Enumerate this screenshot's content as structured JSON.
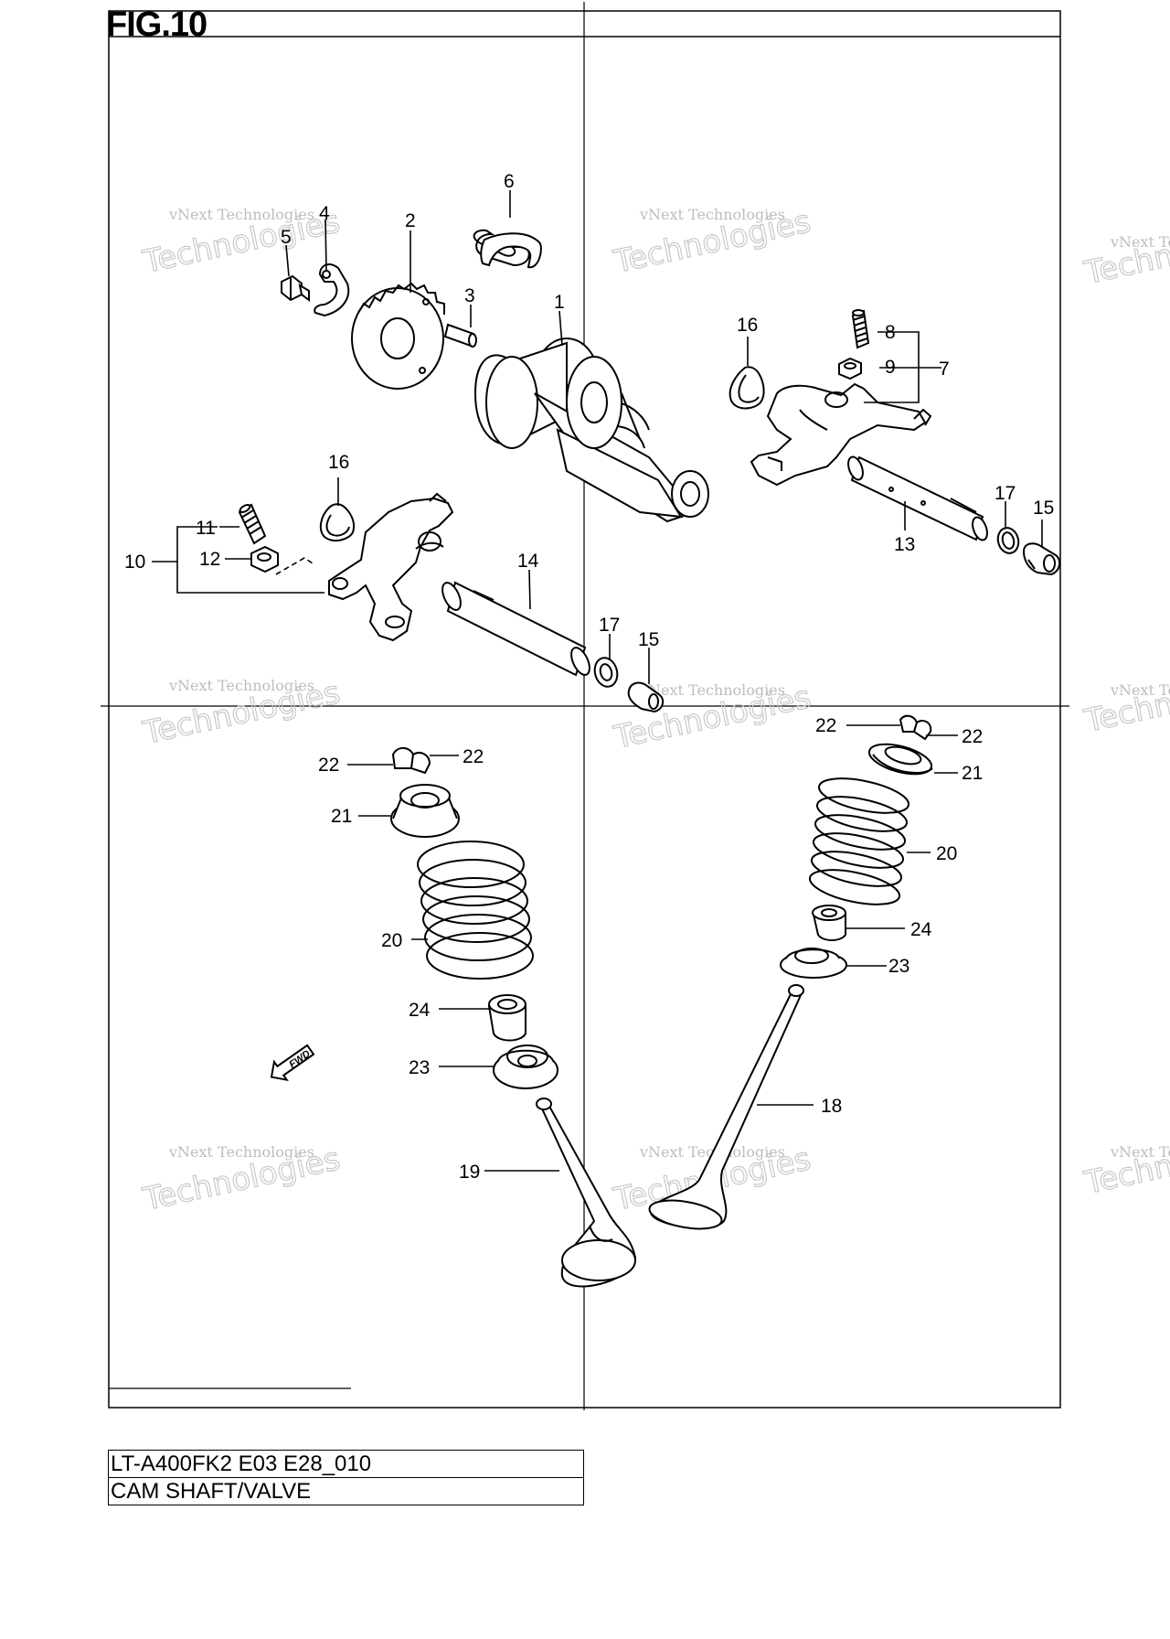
{
  "figure": {
    "title": "FIG.10"
  },
  "callouts": [
    "1",
    "2",
    "3",
    "4",
    "5",
    "6",
    "7",
    "8",
    "9",
    "10",
    "11",
    "12",
    "13",
    "14",
    "15",
    "15",
    "16",
    "16",
    "17",
    "17",
    "18",
    "19",
    "20",
    "20",
    "21",
    "21",
    "22",
    "22",
    "22",
    "22",
    "23",
    "23",
    "24",
    "24"
  ],
  "fwd_label": "FWD",
  "watermark": {
    "line1": "vNext Technologies",
    "line2": "Technologies",
    "color": "#bdbdbd"
  },
  "info": {
    "model_code": "LT-A400FK2 E03 E28_010",
    "section_name": "CAM SHAFT/VALVE"
  }
}
